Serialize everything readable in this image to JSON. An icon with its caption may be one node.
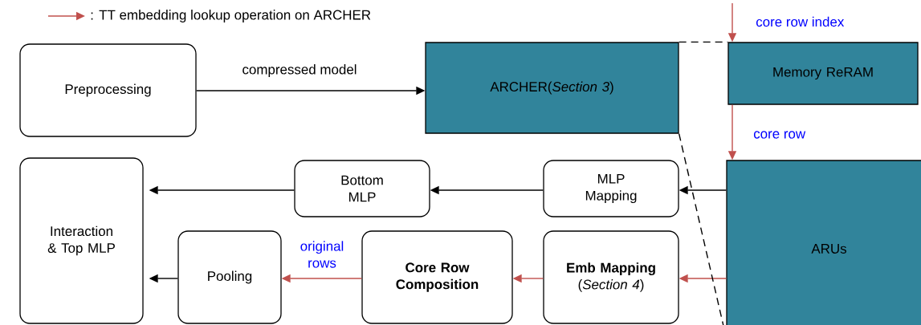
{
  "diagram": {
    "nodes": [
      {
        "text": [
          "Preprocessing"
        ]
      },
      {
        "text": [
          "ARCHER(*Section 3*)"
        ]
      },
      {
        "text": [
          "Memory ReRAM"
        ]
      },
      {
        "text": [
          "ARUs"
        ]
      },
      {
        "text": [
          "Interaction & Top MLP"
        ]
      },
      {
        "text": [
          "Bottom MLP"
        ]
      },
      {
        "text": [
          "MLP Mapping"
        ]
      },
      {
        "text": [
          "Pooling"
        ]
      },
      {
        "text": [
          "Core Row Composition"
        ]
      },
      {
        "text": [
          "Emb Mapping",
          "(*Section 4*)"
        ]
      }
    ],
    "edges": [
      {
        "from": 0,
        "to": 1,
        "arrow": "to",
        "label": "compressed model"
      },
      {
        "from": null,
        "to": 2,
        "arrow": "to",
        "label": "core row index",
        "color": "#c0504d"
      },
      {
        "from": 2,
        "to": 3,
        "arrow": "to",
        "label": "core row",
        "color": "#c0504d"
      },
      {
        "from": 3,
        "to": 6,
        "arrow": "to"
      },
      {
        "from": 6,
        "to": 5,
        "arrow": "to"
      },
      {
        "from": 5,
        "to": 4,
        "arrow": "to"
      },
      {
        "from": 3,
        "to": 9,
        "arrow": "to",
        "color": "#c0504d"
      },
      {
        "from": 9,
        "to": 8,
        "arrow": "to",
        "color": "#c0504d"
      },
      {
        "from": 8,
        "to": 7,
        "arrow": "to",
        "label": "original rows",
        "color": "#c0504d"
      },
      {
        "from": 7,
        "to": 4,
        "arrow": "to"
      },
      {
        "from": 1,
        "to": 2,
        "arrow": "none",
        "style": "dashed"
      },
      {
        "from": 1,
        "to": 3,
        "arrow": "none",
        "style": "dashed"
      }
    ],
    "legend": [
      {
        "text": ": TT embedding lookup operation on ARCHER"
      }
    ]
  }
}
